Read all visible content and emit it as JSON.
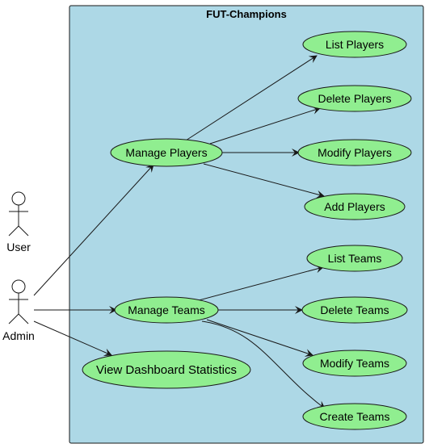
{
  "system": {
    "title": "FUT-Champions",
    "fill": "#ADD8E6",
    "stroke": "#181818"
  },
  "usecase_style": {
    "fill": "#90EE90",
    "stroke": "#181818"
  },
  "actors": {
    "user": "User",
    "admin": "Admin"
  },
  "usecases": {
    "manage_players": "Manage Players",
    "manage_teams": "Manage Teams",
    "view_dashboard": "View Dashboard Statistics",
    "list_players": "List Players",
    "delete_players": "Delete Players",
    "modify_players": "Modify Players",
    "add_players": "Add Players",
    "list_teams": "List Teams",
    "delete_teams": "Delete Teams",
    "modify_teams": "Modify Teams",
    "create_teams": "Create Teams"
  }
}
